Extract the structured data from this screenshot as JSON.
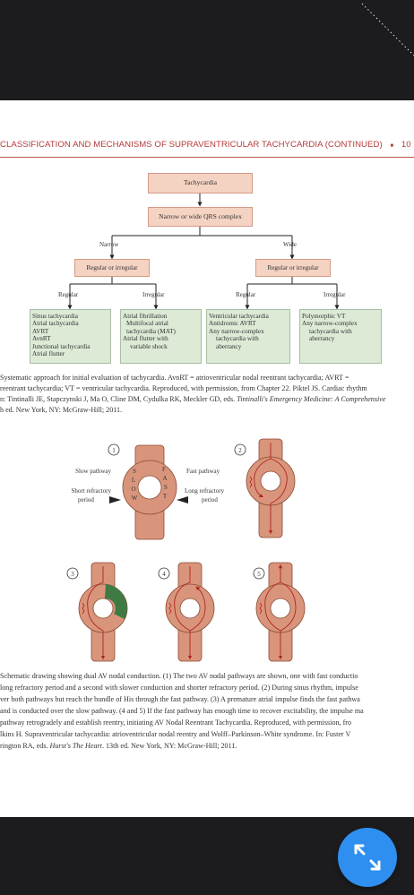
{
  "header": {
    "title": "CLASSIFICATION AND MECHANISMS OF SUPRAVENTRICULAR TACHYCARDIA (CONTINUED)",
    "separator": "■",
    "page_number": "10"
  },
  "flowchart": {
    "tachycardia": "Tachycardia",
    "qrs": "Narrow or wide QRS complex",
    "narrow": "Narrow",
    "wide": "Wide",
    "regular_or_irregular": "Regular or irregular",
    "regular": "Regular",
    "irregular": "Irregular",
    "narrow_regular": [
      "Sinus tachycardia",
      "Atrial tachycardia",
      "AVRT",
      "AvnRT",
      "Junctional tachycardia",
      "Atrial flutter"
    ],
    "narrow_irregular": [
      "Atrial fibrillation",
      "Multifocal atrial",
      "tachycardia (MAT)",
      "Atrial flutter with",
      "variable shock"
    ],
    "wide_regular": [
      "Ventricular tachycardia",
      "Antidromic AVRT",
      "Any narrow-complex",
      "tachycardia with",
      "aberrancy"
    ],
    "wide_irregular": [
      "Polymorphic VT",
      "Any narrow-complex",
      "tachycardia with",
      "aberrancy"
    ]
  },
  "caption1": [
    "Systematic approach for initial evaluation of tachycardia. AvnRT = atrioventricular nodal reentrant tachycardia; AVRT =",
    "reentrant tachycardia; VT = ventricular tachycardia. Reproduced, with permission, from Chapter 22. Piktel JS. Cardiac rhythm",
    "n: Tintinalli JE, Stapczynski J, Ma O, Cline DM, Cydulka RK, Meckler GD, eds. ",
    "Tintinalli's Emergency Medicine: A Comprehensive",
    "h ed. New York, NY: McGraw-Hill; 2011."
  ],
  "av_diagram": {
    "numbers": [
      "1",
      "2",
      "3",
      "4",
      "5"
    ],
    "slow_pathway": "Slow pathway",
    "fast_pathway": "Fast pathway",
    "short_refractory": [
      "Short refractory",
      "period"
    ],
    "long_refractory": [
      "Long refractory",
      "period"
    ],
    "slow_letters": [
      "S",
      "L",
      "O",
      "W"
    ],
    "fast_letters": [
      "F",
      "A",
      "S",
      "T"
    ]
  },
  "caption2": [
    "Schematic drawing showing dual AV nodal conduction. (1) The two AV nodal pathways are shown, one with fast conductio",
    "long refractory period and a second with slower conduction and shorter refractory period. (2) During sinus rhythm, impulse",
    "ver both pathways but reach the bundle of His through the fast pathway. (3) A premature atrial impulse finds the fast pathwa",
    "and is conducted over the slow pathway. (4 and 5) If the fast pathway has enough time to recover excitability, the impulse ma",
    "pathway retrogradely and establish reentry, initiating AV Nodal Reentrant Tachycardia. Reproduced, with permission, fro",
    "lkins H. Supraventricular tachycardia: atrioventricular nodal reentry and Wolff–Parkinson–White syndrome. In: Fuster V",
    "rington RA, eds. ",
    "Hurst's The Heart",
    ". 13th ed. New York, NY: McGraw-Hill; 2011."
  ],
  "colors": {
    "header_red": "#b53a3a",
    "peach_box": "#f4d3c3",
    "green_box": "#dcead6",
    "node_fill": "#d9957b",
    "refractory_green": "#3f7a45",
    "fab_blue": "#2f8ff0",
    "dark_bar": "#1c1c1e"
  },
  "fab_icon": "expand-arrows-icon"
}
